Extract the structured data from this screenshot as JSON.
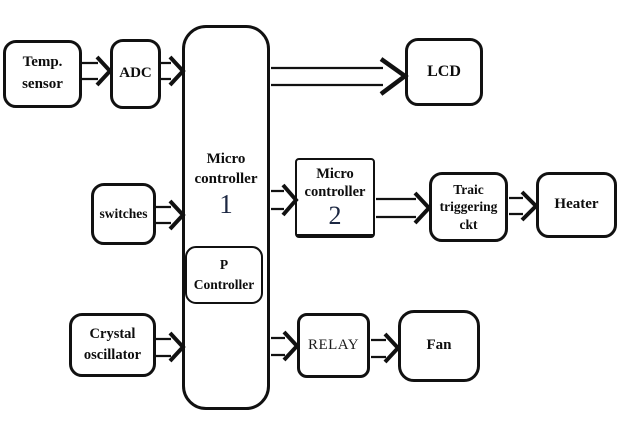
{
  "diagram": {
    "type": "block-diagram",
    "description": "Microcontroller based temperature control system block diagram",
    "colors": {
      "ink": "#111111",
      "digit_ink": "#1c2742",
      "background": "#ffffff"
    },
    "nodes": {
      "temp_sensor": {
        "line1": "Temp.",
        "line2": "sensor"
      },
      "adc": {
        "label": "ADC"
      },
      "mc1": {
        "line1": "Micro",
        "line2": "controller",
        "number": "1"
      },
      "p_controller": {
        "line1": "P",
        "line2": "Controller"
      },
      "lcd": {
        "label": "LCD"
      },
      "mc2": {
        "line1": "Micro",
        "line2": "controller",
        "number": "2"
      },
      "traic": {
        "line1": "Traic",
        "line2": "triggering",
        "line3": "ckt"
      },
      "heater": {
        "label": "Heater"
      },
      "switches": {
        "label": "switches"
      },
      "crystal": {
        "line1": "Crystal",
        "line2": "oscillator"
      },
      "relay": {
        "label": "RELAY"
      },
      "fan": {
        "label": "Fan"
      }
    },
    "edges": [
      {
        "from": "Temp. sensor",
        "to": "ADC"
      },
      {
        "from": "ADC",
        "to": "Micro controller 1"
      },
      {
        "from": "Micro controller 1",
        "to": "LCD"
      },
      {
        "from": "switches",
        "to": "Micro controller 1"
      },
      {
        "from": "Micro controller 1",
        "to": "Micro controller 2"
      },
      {
        "from": "Micro controller 2",
        "to": "Traic triggering ckt"
      },
      {
        "from": "Traic triggering ckt",
        "to": "Heater"
      },
      {
        "from": "Crystal oscillator",
        "to": "Micro controller 1"
      },
      {
        "from": "Micro controller 1",
        "to": "RELAY"
      },
      {
        "from": "RELAY",
        "to": "Fan"
      }
    ]
  }
}
